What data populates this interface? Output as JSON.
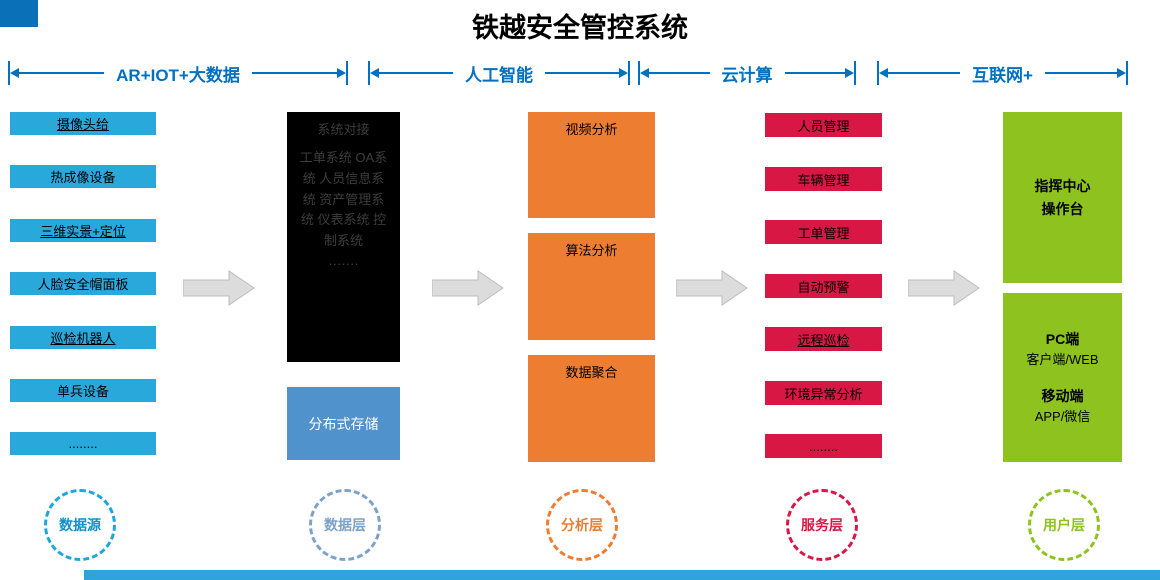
{
  "title": "铁越安全管控系统",
  "headers": [
    "AR+IOT+大数据",
    "人工智能",
    "云计算",
    "互联网+"
  ],
  "col1": {
    "items": [
      "摄像头给",
      "热成像设备",
      "三维实景+定位",
      "人脸安全帽面板",
      "巡检机器人",
      "单兵设备",
      "........"
    ]
  },
  "col2": {
    "title": "系统对接",
    "body": "工单系统 OA系统 人员信息系统 资产管理系统 仪表系统 控制系统",
    "dots": "·······",
    "storage": "分布式存储"
  },
  "col3": {
    "items": [
      "视频分析",
      "算法分析",
      "数据聚合"
    ]
  },
  "col4": {
    "items": [
      "人员管理",
      "车辆管理",
      "工单管理",
      "自动预警",
      "远程巡检",
      "环境异常分析",
      "........"
    ]
  },
  "col5": {
    "box1": [
      "指挥中心",
      "操作台"
    ],
    "box2": {
      "pc_title": "PC端",
      "pc_sub": "客户端/WEB",
      "mobile_title": "移动端",
      "mobile_sub": "APP/微信"
    }
  },
  "layers": [
    "数据源",
    "数据层",
    "分析层",
    "服务层",
    "用户层"
  ],
  "colors": {
    "header_blue": "#0070c0",
    "device_cyan": "#29a8dc",
    "black_box": "#000000",
    "storage_blue": "#5093cc",
    "analysis_orange": "#ed7d31",
    "service_red": "#d81745",
    "user_green": "#8dc21f",
    "arrow_gray": "#dcdcdc",
    "bottom_strip_blue": "#2ea3dc",
    "corner_block_blue": "#0a70b7"
  }
}
